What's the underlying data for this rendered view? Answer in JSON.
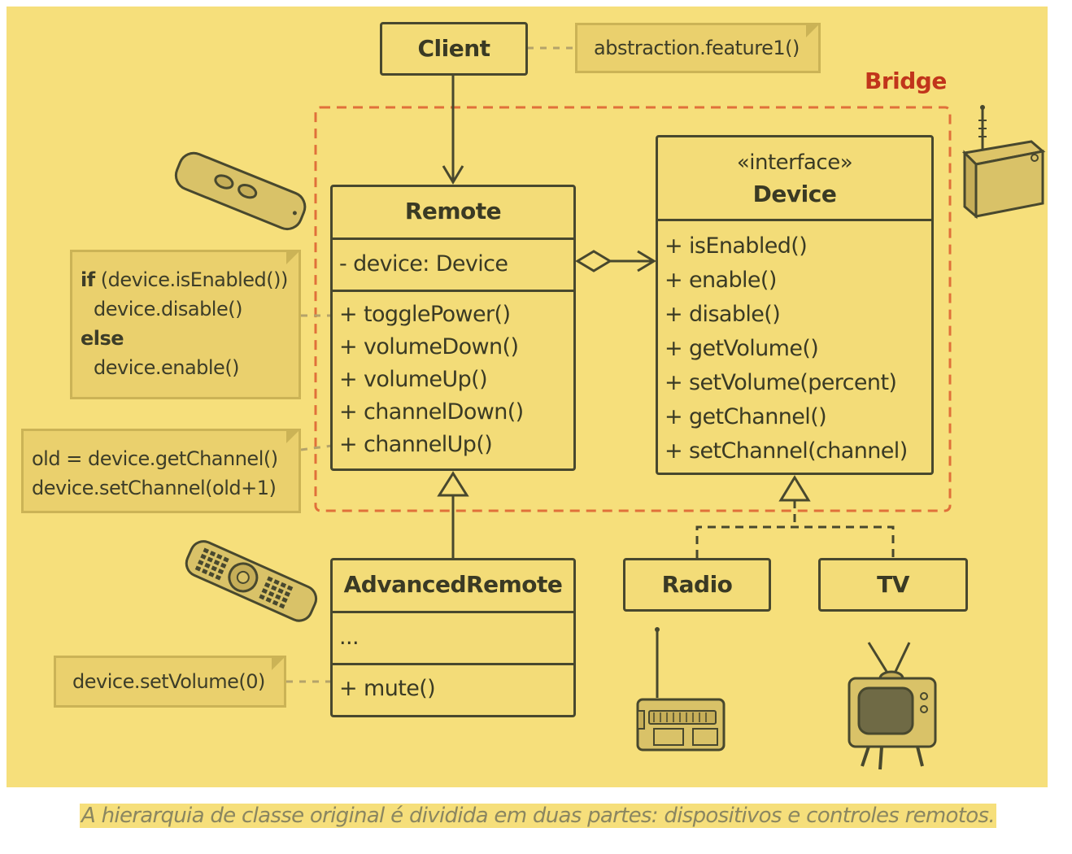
{
  "client": {
    "title": "Client"
  },
  "client_note": "abstraction.feature1()",
  "bridge_label": "Bridge",
  "remote": {
    "title": "Remote",
    "fields": [
      "- device: Device"
    ],
    "methods": [
      "+ togglePower()",
      "+ volumeDown()",
      "+ volumeUp()",
      "+ channelDown()",
      "+ channelUp()"
    ]
  },
  "device": {
    "stereotype": "«interface»",
    "title": "Device",
    "methods": [
      "+ isEnabled()",
      "+ enable()",
      "+ disable()",
      "+ getVolume()",
      "+ setVolume(percent)",
      "+ getChannel()",
      "+ setChannel(channel)"
    ]
  },
  "advanced_remote": {
    "title": "AdvancedRemote",
    "fields": [
      "..."
    ],
    "methods": [
      "+ mute()"
    ]
  },
  "radio": {
    "title": "Radio"
  },
  "tv": {
    "title": "TV"
  },
  "notes": {
    "toggle_power": {
      "kw_if": "if",
      "line1_rest": " (device.isEnabled())",
      "line2": "device.disable()",
      "kw_else": "else",
      "line4": "device.enable()"
    },
    "channel_up": {
      "line1": "old = device.getChannel()",
      "line2": "device.setChannel(old+1)"
    },
    "mute": {
      "line1": "device.setVolume(0)"
    }
  },
  "caption": "A hierarquia de classe original é dividida em duas partes: dispositivos e controles remotos.",
  "colors": {
    "background": "#f6df7b",
    "box_fill": "#f3dc78",
    "stroke": "#48482e",
    "note_fill": "#ead06d",
    "bridge": "#e0703a",
    "bridge_label": "#c1351b"
  }
}
